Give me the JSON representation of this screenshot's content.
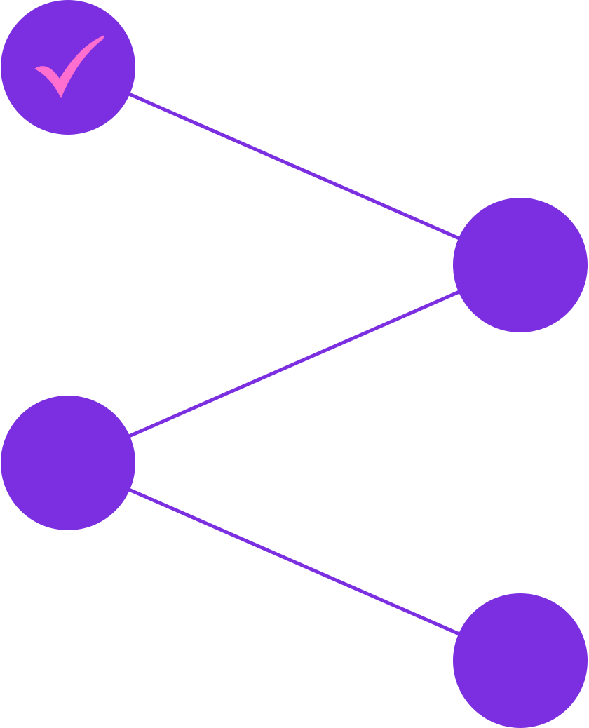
{
  "diagram": {
    "colors": {
      "node": "#7B2FE0",
      "connector": "#7B2FE0",
      "check": "#FF6FD0",
      "background": "#FFFFFF"
    },
    "nodes": [
      {
        "id": "step-1",
        "completed": true,
        "icon": "checkmark-icon"
      },
      {
        "id": "step-2",
        "completed": false
      },
      {
        "id": "step-3",
        "completed": false
      },
      {
        "id": "step-4",
        "completed": false
      }
    ],
    "connectors": [
      {
        "from": "step-1",
        "to": "step-2"
      },
      {
        "from": "step-2",
        "to": "step-3"
      },
      {
        "from": "step-3",
        "to": "step-4"
      }
    ]
  }
}
